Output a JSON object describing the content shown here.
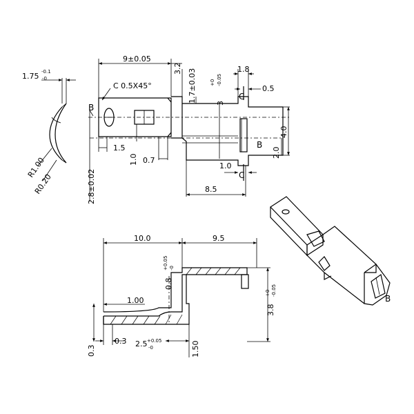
{
  "top_view": {
    "dim_9": "9±0.05",
    "dim_3_2": "3.2",
    "dim_1_7": "1.7±0.03",
    "dim_3_tol": "3",
    "dim_3_tol_up": "+0",
    "dim_3_tol_dn": "-0.05",
    "dim_1_8": "1.8",
    "dim_0_5": "0.5",
    "chamfer": "C 0.5X45°",
    "label_b_left": "B",
    "label_b_right": "B",
    "dim_1_5": "1.5",
    "dim_1_0_v": "1.0",
    "dim_0_7": "0.7",
    "dim_2_8": "2.8±0.02",
    "dim_1_0_h": "1.0",
    "dim_8_5": "8.5",
    "dim_2_0": "2.0",
    "dim_4_0": "4.0",
    "label_c_top": "C",
    "label_c_bottom": "C"
  },
  "section_b": {
    "dim_1_75": "1.75",
    "dim_1_75_up": "-0.1",
    "dim_1_75_dn": "-0",
    "r1": "R1.00",
    "r2": "R0.20"
  },
  "side_view": {
    "dim_10": "10.0",
    "dim_9_5": "9.5",
    "dim_1_00": "1.00",
    "dim_0_8": "0.8",
    "dim_0_8_up": "+0.05",
    "dim_0_8_dn": "-0",
    "dim_3_8": "3.8",
    "dim_3_8_up": "+0",
    "dim_3_8_dn": "-0.05",
    "dim_0_3_v": "0.3",
    "dim_0_3_h": "0.3",
    "dim_2_5": "2.5",
    "dim_2_5_up": "+0.05",
    "dim_2_5_dn": "-0",
    "dim_1_50": "1.50"
  },
  "iso_view": {
    "label_b": "B"
  }
}
